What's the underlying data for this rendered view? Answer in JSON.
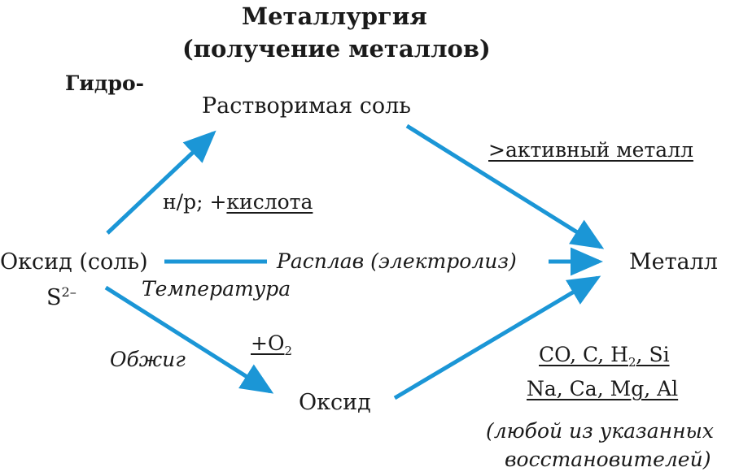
{
  "title": {
    "line1": "Металлургия",
    "line2": "(получение металлов)"
  },
  "hydro_label": "Гидро-",
  "nodes": {
    "soluble_salt": "Растворимая соль",
    "oxide_salt": "Оксид (соль)",
    "sulfide_ion": "S",
    "sulfide_charge": "2–",
    "metal": "Металл",
    "oxide": "Оксид"
  },
  "labels": {
    "acid_prefix": "н/р; +",
    "acid": "кислота",
    "more_active_metal": ">активный металл",
    "melt": "Расплав",
    "electrolysis": "(электролиз)",
    "temperature": "Температура",
    "roasting": "Обжиг",
    "oxygen_plus": "+O",
    "oxygen_sub": "2",
    "reducers_line1_a": "CO, C, H",
    "reducers_line1_sub": "2",
    "reducers_line1_b": ", Si",
    "reducers_line2": "Na, Ca, Mg, Al",
    "reducers_note_line1": "(любой из указанных",
    "reducers_note_line2": "восстановителей)"
  },
  "colors": {
    "arrow": "#1b96d6",
    "text": "#1a1a1a"
  }
}
